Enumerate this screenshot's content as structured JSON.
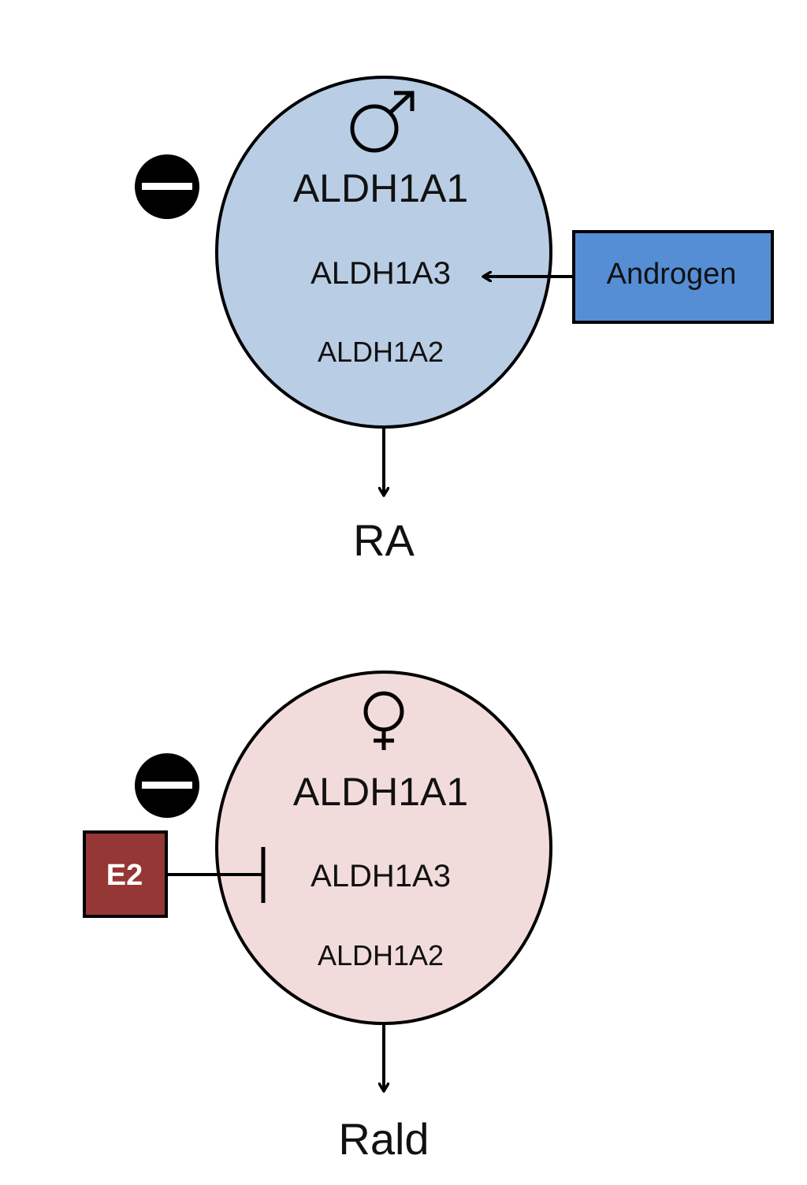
{
  "male_panel": {
    "symbol": "♂",
    "enzymes": [
      "ALDH1A1",
      "ALDH1A3",
      "ALDH1A2"
    ],
    "regulator": "Androgen",
    "output": "RA",
    "colors": {
      "cell_fill": "#b9cde5",
      "regulator_fill": "#558ed5"
    }
  },
  "female_panel": {
    "symbol": "♀",
    "enzymes": [
      "ALDH1A1",
      "ALDH1A3",
      "ALDH1A2"
    ],
    "regulator": "E2",
    "output": "Rald",
    "colors": {
      "cell_fill": "#f2dcdb",
      "regulator_fill": "#953735"
    }
  }
}
